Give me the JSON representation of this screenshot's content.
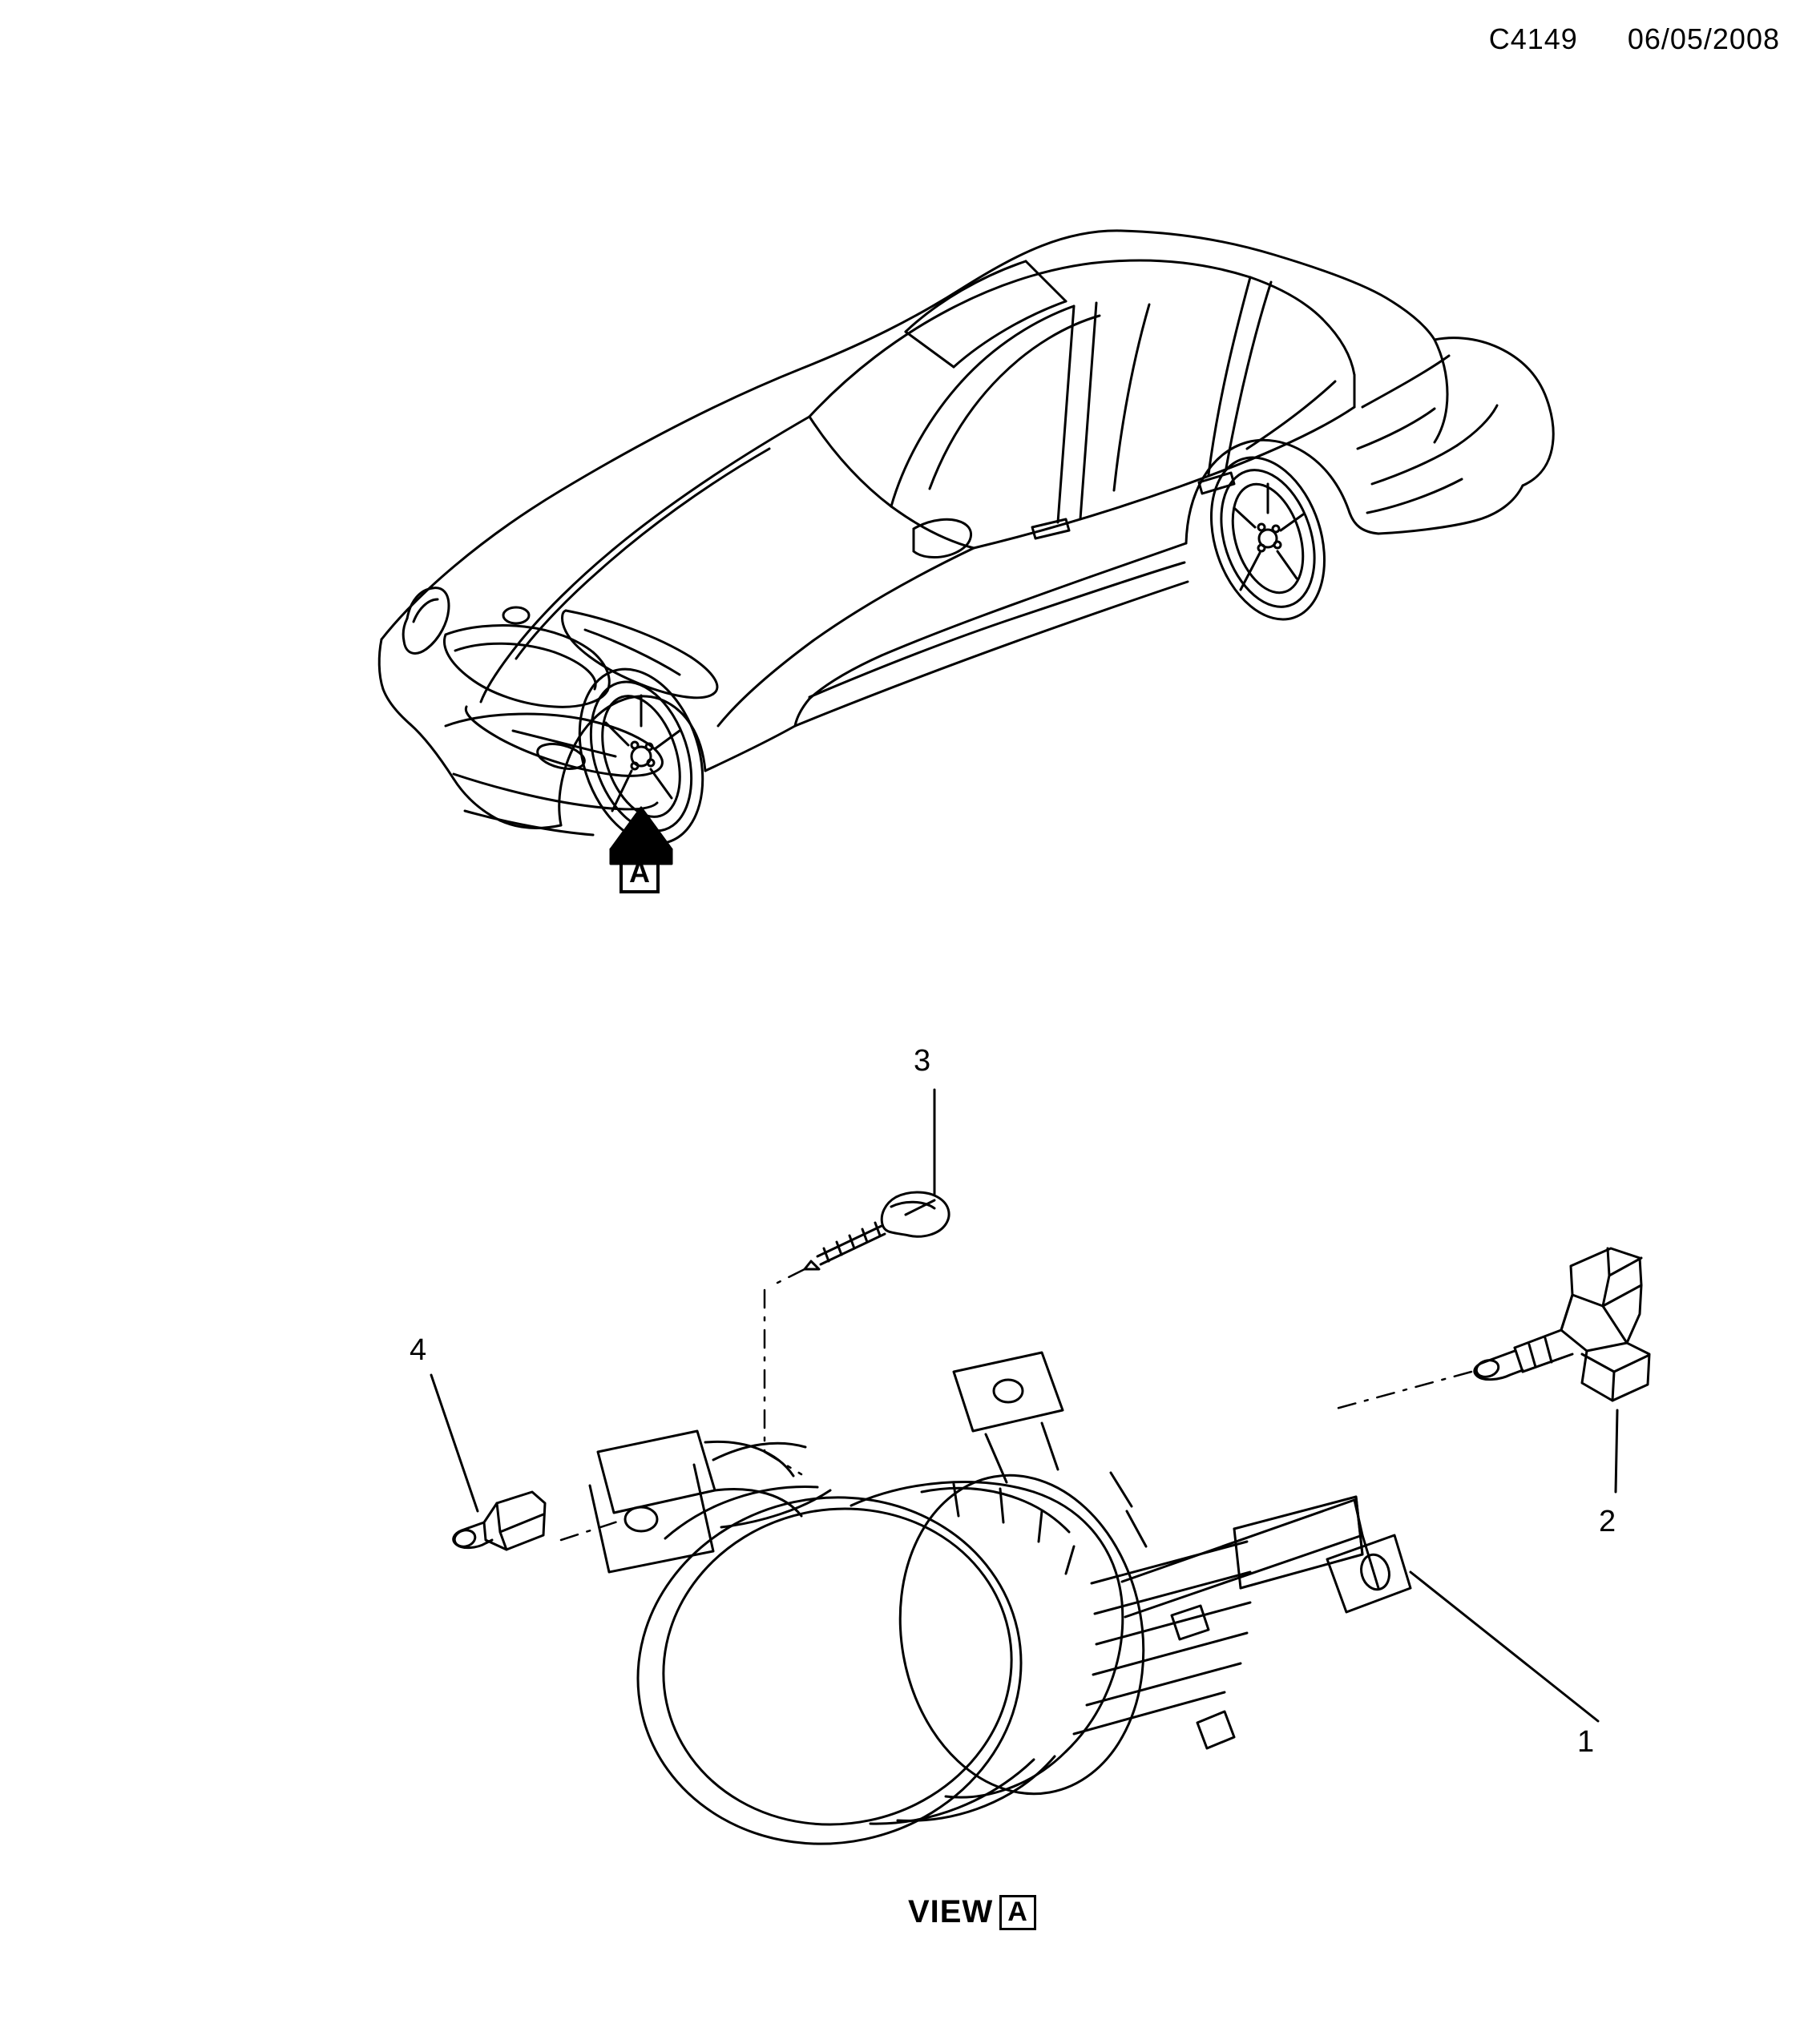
{
  "header": {
    "drawing_number": "C4149",
    "date": "06/05/2008"
  },
  "view_label": {
    "text": "VIEW",
    "letter": "A"
  },
  "section_arrow": {
    "letter": "A"
  },
  "callouts": [
    {
      "id": "1",
      "label": "1"
    },
    {
      "id": "2",
      "label": "2"
    },
    {
      "id": "3",
      "label": "3"
    },
    {
      "id": "4",
      "label": "4"
    }
  ],
  "figure": {
    "top_illustration": "saab-sedan-front-three-quarter-line-drawing",
    "detail_illustration": "front-fog-lamp-assembly-exploded-view"
  },
  "colors": {
    "ink": "#000000",
    "paper": "#ffffff"
  }
}
